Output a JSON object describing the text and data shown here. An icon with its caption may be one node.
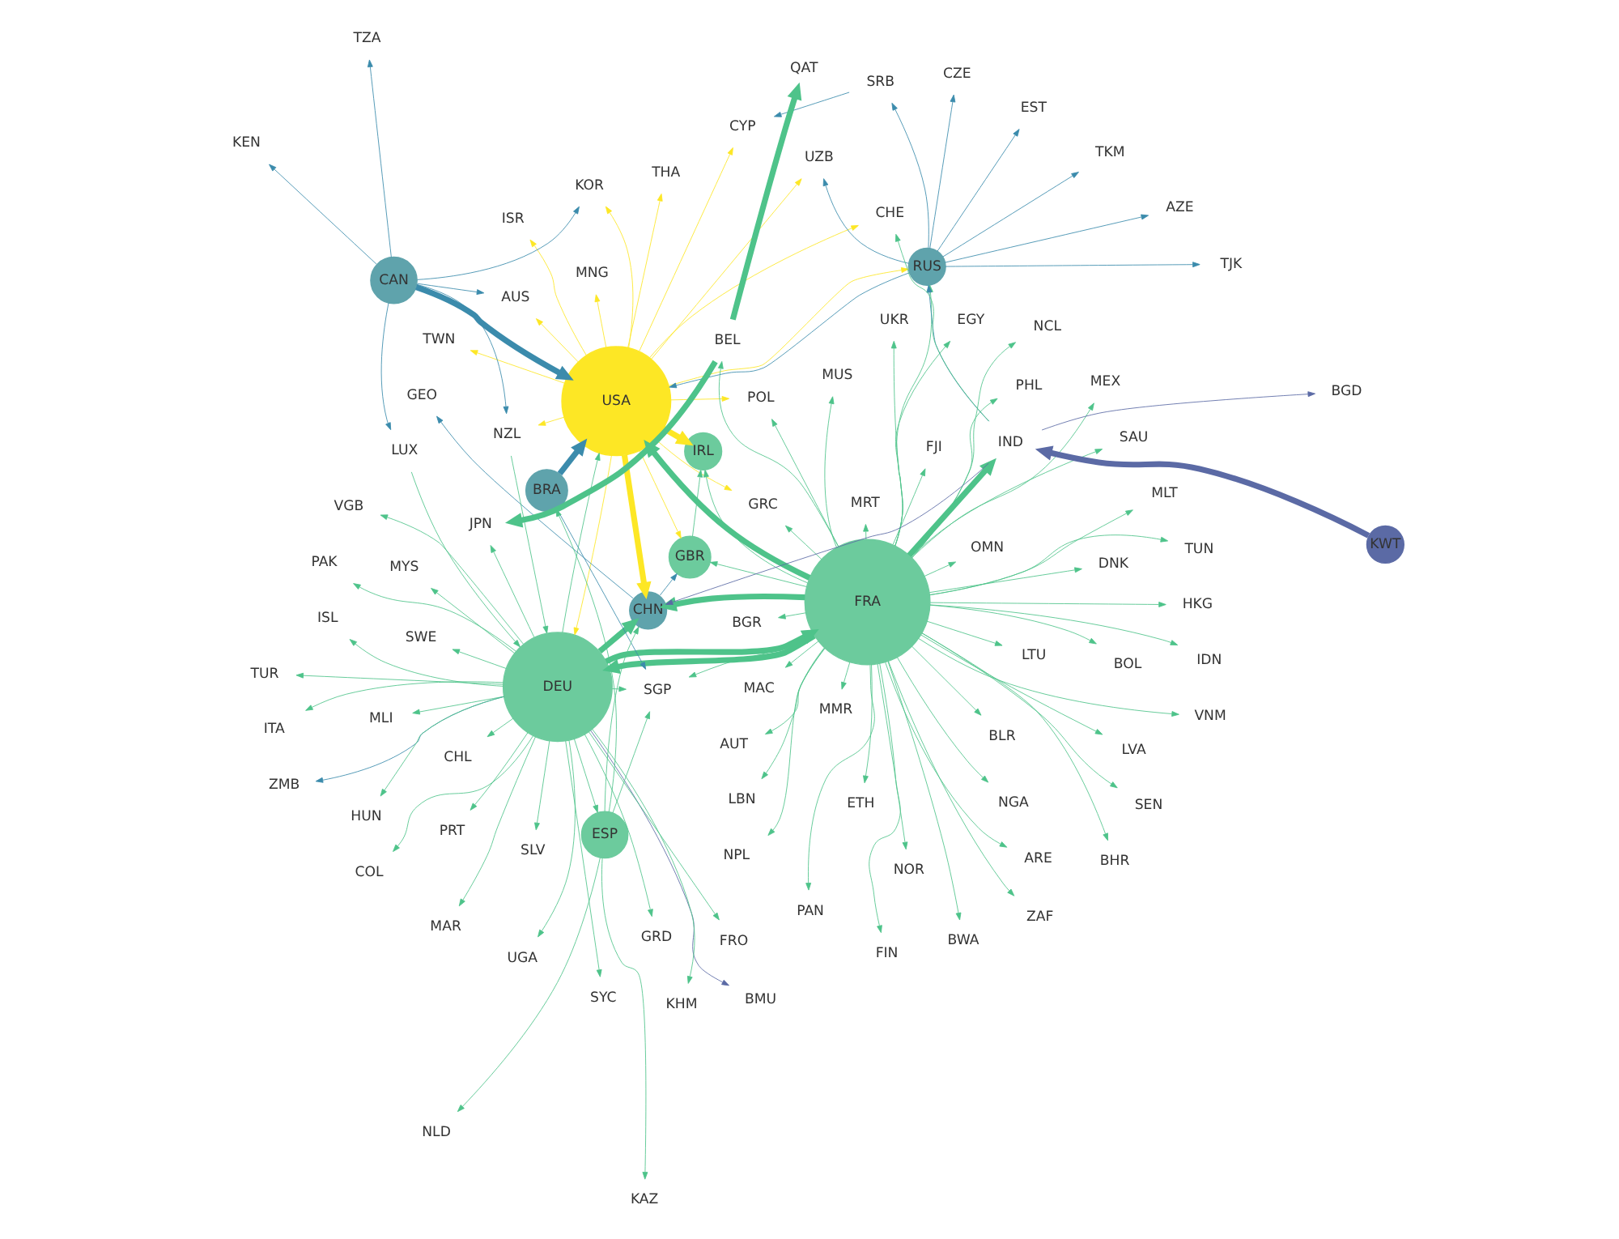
{
  "diagram": {
    "nodes": [
      {
        "text": [
          "USA"
        ]
      },
      {
        "text": [
          "FRA"
        ]
      },
      {
        "text": [
          "DEU"
        ]
      },
      {
        "text": [
          "CAN"
        ]
      },
      {
        "text": [
          "CHN"
        ]
      },
      {
        "text": [
          "RUS"
        ]
      },
      {
        "text": [
          "KWT"
        ]
      },
      {
        "text": [
          "BRA"
        ]
      },
      {
        "text": [
          "ESP"
        ]
      },
      {
        "text": [
          "IND"
        ]
      },
      {
        "text": [
          "GBR"
        ]
      },
      {
        "text": [
          "IRL"
        ]
      },
      {
        "text": [
          "SGP"
        ]
      },
      {
        "text": [
          "CHE"
        ]
      },
      {
        "text": [
          "THA"
        ]
      },
      {
        "text": [
          "NLD"
        ]
      },
      {
        "text": [
          "KAZ"
        ]
      },
      {
        "text": [
          "AUS"
        ]
      },
      {
        "text": [
          "TUR"
        ]
      },
      {
        "text": [
          "SWE"
        ]
      },
      {
        "text": [
          "PRT"
        ]
      },
      {
        "text": [
          "AUT"
        ]
      },
      {
        "text": [
          "DNK"
        ]
      },
      {
        "text": [
          "MLT"
        ]
      },
      {
        "text": [
          "EGY"
        ]
      },
      {
        "text": [
          "ZAF"
        ]
      },
      {
        "text": [
          "IDN"
        ]
      },
      {
        "text": [
          "POL"
        ]
      },
      {
        "text": [
          "NOR"
        ]
      },
      {
        "text": [
          "LVA"
        ]
      },
      {
        "text": [
          "LTU"
        ]
      },
      {
        "text": [
          "BLR"
        ]
      },
      {
        "text": [
          "NPL"
        ]
      },
      {
        "text": [
          "MUS"
        ]
      },
      {
        "text": [
          "HKG"
        ]
      },
      {
        "text": [
          "BHR"
        ]
      },
      {
        "text": [
          "GRC"
        ]
      },
      {
        "text": [
          "SAU"
        ]
      },
      {
        "text": [
          "BGR"
        ]
      },
      {
        "text": [
          "MAC"
        ]
      },
      {
        "text": [
          "FJI"
        ]
      },
      {
        "text": [
          "GEO"
        ]
      },
      {
        "text": [
          "MLI"
        ]
      },
      {
        "text": [
          "BGD"
        ]
      },
      {
        "text": [
          "EST"
        ]
      },
      {
        "text": [
          "TJK"
        ]
      },
      {
        "text": [
          "TKM"
        ]
      },
      {
        "text": [
          "AZE"
        ]
      },
      {
        "text": [
          "UZB"
        ]
      },
      {
        "text": [
          "SRB"
        ]
      },
      {
        "text": [
          "MNG"
        ]
      },
      {
        "text": [
          "CZE"
        ]
      },
      {
        "text": [
          "CYP"
        ]
      },
      {
        "text": [
          "KOR"
        ]
      },
      {
        "text": [
          "TZA"
        ]
      },
      {
        "text": [
          "NZL"
        ]
      },
      {
        "text": [
          "LUX"
        ]
      },
      {
        "text": [
          "KEN"
        ]
      },
      {
        "text": [
          "BMU"
        ]
      },
      {
        "text": [
          "ISL"
        ]
      },
      {
        "text": [
          "PAK"
        ]
      },
      {
        "text": [
          "ISR"
        ]
      },
      {
        "text": [
          "COL"
        ]
      },
      {
        "text": [
          "CHL"
        ]
      },
      {
        "text": [
          "KHM"
        ]
      },
      {
        "text": [
          "TWN"
        ]
      },
      {
        "text": [
          "SLV"
        ]
      },
      {
        "text": [
          "FRO"
        ]
      },
      {
        "text": [
          "SYC"
        ]
      },
      {
        "text": [
          "ZMB"
        ]
      },
      {
        "text": [
          "UGA"
        ]
      },
      {
        "text": [
          "VGB"
        ]
      },
      {
        "text": [
          "MYS"
        ]
      },
      {
        "text": [
          "HUN"
        ]
      },
      {
        "text": [
          "ETH"
        ]
      },
      {
        "text": [
          "GRD"
        ]
      },
      {
        "text": [
          "BOL"
        ]
      },
      {
        "text": [
          "PAN"
        ]
      },
      {
        "text": [
          "LBN"
        ]
      },
      {
        "text": [
          "JPN"
        ]
      },
      {
        "text": [
          "ITA"
        ]
      },
      {
        "text": [
          "MAR"
        ]
      },
      {
        "text": [
          "VNM"
        ]
      },
      {
        "text": [
          "ARE"
        ]
      },
      {
        "text": [
          "PHL"
        ]
      },
      {
        "text": [
          "QAT"
        ]
      },
      {
        "text": [
          "OMN"
        ]
      },
      {
        "text": [
          "UKR"
        ]
      },
      {
        "text": [
          "MRT"
        ]
      },
      {
        "text": [
          "FIN"
        ]
      },
      {
        "text": [
          "MEX"
        ]
      },
      {
        "text": [
          "BEL"
        ]
      },
      {
        "text": [
          "TUN"
        ]
      },
      {
        "text": [
          "NCL"
        ]
      },
      {
        "text": [
          "MMR"
        ]
      },
      {
        "text": [
          "BWA"
        ]
      },
      {
        "text": [
          "NGA"
        ]
      },
      {
        "text": [
          "SEN"
        ]
      }
    ],
    "edges": [
      {
        "from": 1,
        "to": 4,
        "arrow": "to",
        "style": "thick"
      },
      {
        "from": 2,
        "to": 4,
        "arrow": "to",
        "style": "thick"
      },
      {
        "from": 0,
        "to": 4,
        "arrow": "to",
        "style": "thick",
        "color": "#fde725"
      },
      {
        "from": 0,
        "to": 11,
        "arrow": "to",
        "style": "thick",
        "color": "#fde725"
      },
      {
        "from": 6,
        "to": 9,
        "arrow": "to",
        "style": "thick",
        "color": "#5b6aa5"
      },
      {
        "from": 3,
        "to": 0,
        "arrow": "to",
        "style": "thick",
        "color": "#3b8bac"
      },
      {
        "from": 7,
        "to": 0,
        "arrow": "to",
        "style": "thick",
        "color": "#3b8bac"
      },
      {
        "from": 1,
        "to": 2,
        "arrow": "to",
        "style": "thick"
      },
      {
        "from": 2,
        "to": 1,
        "arrow": "to",
        "style": "thick"
      },
      {
        "from": 1,
        "to": 0,
        "arrow": "to",
        "style": "thick"
      },
      {
        "from": 1,
        "to": 9,
        "arrow": "to",
        "style": "thick"
      },
      {
        "from": 91,
        "to": 79,
        "arrow": "to",
        "style": "thick"
      },
      {
        "from": 91,
        "to": 85,
        "arrow": "to",
        "style": "thick"
      },
      {
        "from": 1,
        "to": 34,
        "arrow": "to"
      },
      {
        "from": 1,
        "to": 5,
        "arrow": "to"
      },
      {
        "from": 1,
        "to": 10,
        "arrow": "to"
      },
      {
        "from": 1,
        "to": 11,
        "arrow": "to"
      },
      {
        "from": 1,
        "to": 12,
        "arrow": "to"
      },
      {
        "from": 8,
        "to": 4,
        "arrow": "to"
      },
      {
        "from": 9,
        "to": 13,
        "arrow": "to"
      },
      {
        "from": 9,
        "to": 4,
        "arrow": "to",
        "color": "#5b6aa5"
      },
      {
        "from": 0,
        "to": 5,
        "arrow": "to",
        "color": "#fde725"
      },
      {
        "from": 0,
        "to": 53,
        "arrow": "to",
        "color": "#fde725"
      },
      {
        "from": 0,
        "to": 2,
        "arrow": "to",
        "color": "#fde725"
      },
      {
        "from": 0,
        "to": 13,
        "arrow": "to",
        "color": "#fde725"
      },
      {
        "from": 0,
        "to": 61,
        "arrow": "to",
        "color": "#fde725"
      },
      {
        "from": 0,
        "to": 65,
        "arrow": "to",
        "color": "#fde725"
      },
      {
        "from": 0,
        "to": 10,
        "arrow": "to",
        "color": "#fde725"
      },
      {
        "from": 0,
        "to": 27,
        "arrow": "to",
        "color": "#fde725"
      },
      {
        "from": 0,
        "to": 36,
        "arrow": "to",
        "color": "#fde725"
      },
      {
        "from": 0,
        "to": 48,
        "arrow": "to",
        "color": "#fde725"
      },
      {
        "from": 0,
        "to": 50,
        "arrow": "to",
        "color": "#fde725"
      },
      {
        "from": 0,
        "to": 52,
        "arrow": "to",
        "color": "#fde725"
      },
      {
        "from": 0,
        "to": 55,
        "arrow": "to",
        "color": "#fde725"
      },
      {
        "from": 0,
        "to": 17,
        "arrow": "to",
        "color": "#fde725"
      },
      {
        "from": 0,
        "to": 14,
        "arrow": "to",
        "color": "#fde725"
      },
      {
        "from": 5,
        "to": 46,
        "arrow": "to",
        "color": "#3b8bac"
      },
      {
        "from": 5,
        "to": 45,
        "arrow": "to",
        "color": "#3b8bac"
      },
      {
        "from": 5,
        "to": 44,
        "arrow": "to",
        "color": "#3b8bac"
      },
      {
        "from": 5,
        "to": 47,
        "arrow": "to",
        "color": "#3b8bac"
      },
      {
        "from": 5,
        "to": 48,
        "arrow": "to",
        "color": "#3b8bac"
      },
      {
        "from": 5,
        "to": 0,
        "arrow": "to",
        "color": "#3b8bac"
      },
      {
        "from": 5,
        "to": 51,
        "arrow": "to",
        "color": "#3b8bac"
      },
      {
        "from": 5,
        "to": 49,
        "arrow": "to",
        "color": "#3b8bac"
      },
      {
        "from": 49,
        "to": 52,
        "arrow": "to",
        "color": "#3b8bac"
      },
      {
        "from": 4,
        "to": 41,
        "arrow": "to",
        "color": "#3b8bac"
      },
      {
        "from": 4,
        "to": 10,
        "arrow": "to",
        "color": "#3b8bac"
      },
      {
        "from": 9,
        "to": 5,
        "arrow": "to",
        "color": "#3b8bac"
      },
      {
        "from": 9,
        "to": 43,
        "arrow": "to",
        "color": "#5b6aa5"
      },
      {
        "from": 2,
        "to": 42,
        "arrow": "to"
      },
      {
        "from": 2,
        "to": 12,
        "arrow": "to"
      },
      {
        "from": 2,
        "to": 8,
        "arrow": "to"
      },
      {
        "from": 2,
        "to": 18,
        "arrow": "to"
      },
      {
        "from": 2,
        "to": 19,
        "arrow": "to"
      },
      {
        "from": 2,
        "to": 20,
        "arrow": "to"
      },
      {
        "from": 2,
        "to": 72,
        "arrow": "to"
      },
      {
        "from": 2,
        "to": 73,
        "arrow": "to"
      },
      {
        "from": 2,
        "to": 79,
        "arrow": "to"
      },
      {
        "from": 2,
        "to": 80,
        "arrow": "to"
      },
      {
        "from": 2,
        "to": 0,
        "arrow": "to"
      },
      {
        "from": 2,
        "to": 62,
        "arrow": "to"
      },
      {
        "from": 2,
        "to": 63,
        "arrow": "to"
      },
      {
        "from": 2,
        "to": 64,
        "arrow": "to"
      },
      {
        "from": 2,
        "to": 69,
        "arrow": "to",
        "color": "#3b8bac"
      },
      {
        "from": 2,
        "to": 70,
        "arrow": "to"
      },
      {
        "from": 2,
        "to": 81,
        "arrow": "to"
      },
      {
        "from": 2,
        "to": 71,
        "arrow": "to"
      },
      {
        "from": 2,
        "to": 75,
        "arrow": "to"
      },
      {
        "from": 2,
        "to": 66,
        "arrow": "to"
      },
      {
        "from": 2,
        "to": 67,
        "arrow": "to"
      },
      {
        "from": 2,
        "to": 68,
        "arrow": "to"
      },
      {
        "from": 2,
        "to": 60,
        "arrow": "to"
      },
      {
        "from": 2,
        "to": 58,
        "arrow": "to",
        "color": "#5b6aa5"
      },
      {
        "from": 2,
        "to": 59,
        "arrow": "to"
      },
      {
        "from": 1,
        "to": 39,
        "arrow": "to"
      },
      {
        "from": 1,
        "to": 40,
        "arrow": "to"
      },
      {
        "from": 1,
        "to": 38,
        "arrow": "to"
      },
      {
        "from": 1,
        "to": 37,
        "arrow": "to"
      },
      {
        "from": 1,
        "to": 36,
        "arrow": "to"
      },
      {
        "from": 1,
        "to": 35,
        "arrow": "to"
      },
      {
        "from": 1,
        "to": 33,
        "arrow": "to"
      },
      {
        "from": 1,
        "to": 97,
        "arrow": "to"
      },
      {
        "from": 1,
        "to": 96,
        "arrow": "to"
      },
      {
        "from": 1,
        "to": 95,
        "arrow": "to"
      },
      {
        "from": 1,
        "to": 94,
        "arrow": "to"
      },
      {
        "from": 1,
        "to": 93,
        "arrow": "to"
      },
      {
        "from": 1,
        "to": 92,
        "arrow": "to"
      },
      {
        "from": 1,
        "to": 90,
        "arrow": "to"
      },
      {
        "from": 1,
        "to": 89,
        "arrow": "to"
      },
      {
        "from": 1,
        "to": 88,
        "arrow": "to"
      },
      {
        "from": 1,
        "to": 87,
        "arrow": "to"
      },
      {
        "from": 1,
        "to": 86,
        "arrow": "to"
      },
      {
        "from": 1,
        "to": 84,
        "arrow": "to"
      },
      {
        "from": 1,
        "to": 83,
        "arrow": "to"
      },
      {
        "from": 1,
        "to": 82,
        "arrow": "to"
      },
      {
        "from": 1,
        "to": 78,
        "arrow": "to"
      },
      {
        "from": 1,
        "to": 77,
        "arrow": "to"
      },
      {
        "from": 1,
        "to": 76,
        "arrow": "to"
      },
      {
        "from": 1,
        "to": 74,
        "arrow": "to"
      },
      {
        "from": 1,
        "to": 91,
        "arrow": "to"
      },
      {
        "from": 1,
        "to": 21,
        "arrow": "to"
      },
      {
        "from": 1,
        "to": 22,
        "arrow": "to"
      },
      {
        "from": 1,
        "to": 23,
        "arrow": "to"
      },
      {
        "from": 1,
        "to": 24,
        "arrow": "to"
      },
      {
        "from": 1,
        "to": 25,
        "arrow": "to"
      },
      {
        "from": 1,
        "to": 26,
        "arrow": "to"
      },
      {
        "from": 1,
        "to": 27,
        "arrow": "to"
      },
      {
        "from": 1,
        "to": 28,
        "arrow": "to"
      },
      {
        "from": 1,
        "to": 29,
        "arrow": "to"
      },
      {
        "from": 1,
        "to": 30,
        "arrow": "to"
      },
      {
        "from": 1,
        "to": 31,
        "arrow": "to"
      },
      {
        "from": 1,
        "to": 32,
        "arrow": "to"
      },
      {
        "from": 3,
        "to": 53,
        "arrow": "to",
        "color": "#3b8bac"
      },
      {
        "from": 3,
        "to": 55,
        "arrow": "to",
        "color": "#3b8bac"
      },
      {
        "from": 3,
        "to": 56,
        "arrow": "to",
        "color": "#3b8bac"
      },
      {
        "from": 3,
        "to": 57,
        "arrow": "to",
        "color": "#3b8bac"
      },
      {
        "from": 3,
        "to": 54,
        "arrow": "to",
        "color": "#3b8bac"
      },
      {
        "from": 3,
        "to": 17,
        "arrow": "to",
        "color": "#3b8bac"
      },
      {
        "from": 8,
        "to": 12,
        "arrow": "to"
      },
      {
        "from": 8,
        "to": 7,
        "arrow": "to"
      },
      {
        "from": 8,
        "to": 15,
        "arrow": "to"
      },
      {
        "from": 8,
        "to": 16,
        "arrow": "to"
      },
      {
        "from": 7,
        "to": 12,
        "arrow": "to",
        "color": "#3b8bac"
      },
      {
        "from": 10,
        "to": 11,
        "arrow": "to"
      },
      {
        "from": 56,
        "to": 2,
        "arrow": "to"
      },
      {
        "from": 55,
        "to": 2,
        "arrow": "to"
      }
    ]
  }
}
